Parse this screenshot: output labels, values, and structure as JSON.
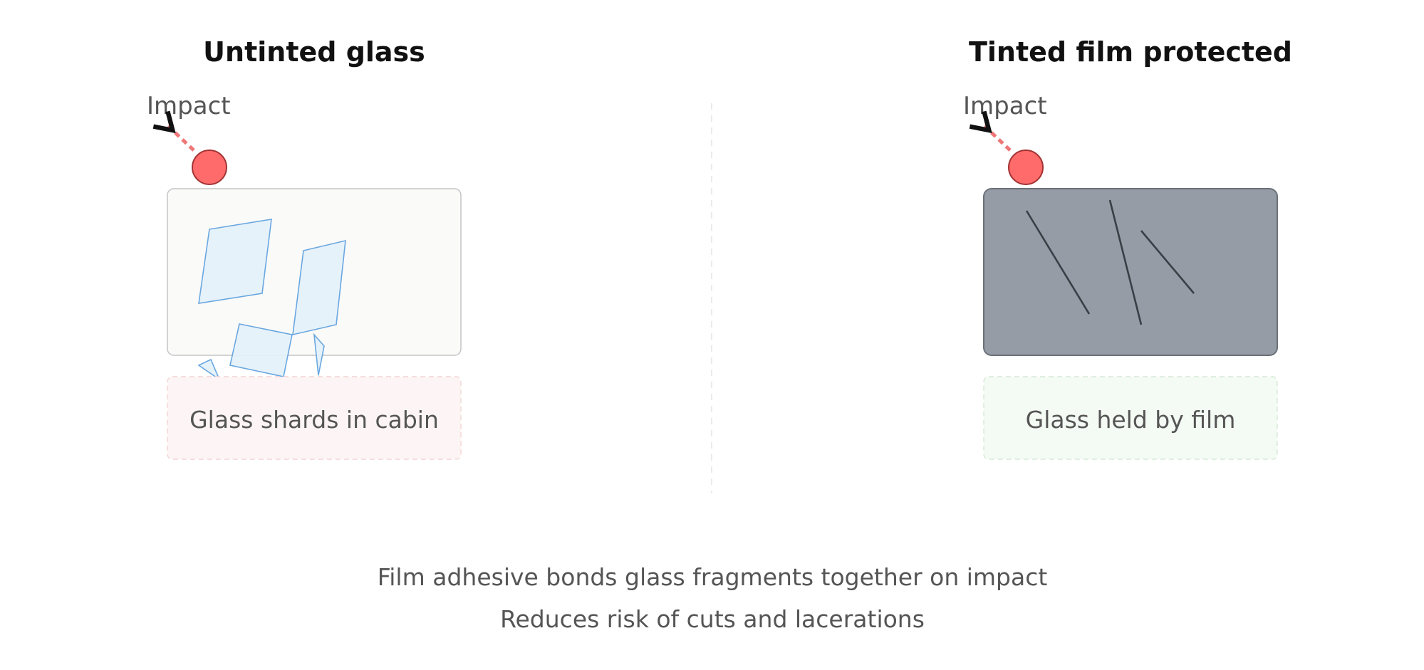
{
  "panels": {
    "left": {
      "title": "Untinted glass",
      "impact_label": "Impact",
      "outcome_label": "Glass shards in cabin"
    },
    "right": {
      "title": "Tinted film protected",
      "impact_label": "Impact",
      "outcome_label": "Glass held by film"
    }
  },
  "caption": {
    "line1": "Film adhesive bonds glass fragments together on impact",
    "line2": "Reduces risk of cuts and lacerations"
  },
  "colors": {
    "impact_ball": "#ff6b6b",
    "impact_stroke": "#a33333",
    "shard_fill": "#e3f1fa",
    "shard_stroke": "#6aa7e0",
    "tinted_glass": "#959ca5",
    "crack": "#3a3f45",
    "bad_box": "#fdf5f5",
    "good_box": "#f4faf4"
  }
}
